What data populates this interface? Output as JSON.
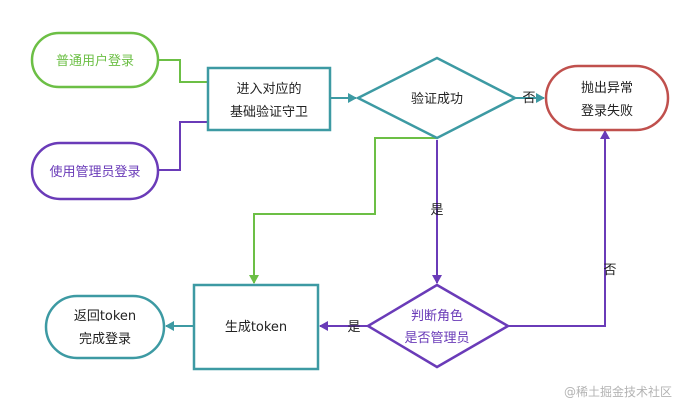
{
  "nodes": {
    "normal_login": "普通用户登录",
    "admin_login": "使用管理员登录",
    "guard_line1": "进入对应的",
    "guard_line2": "基础验证守卫",
    "verify": "验证成功",
    "exception_line1": "抛出异常",
    "exception_line2": "登录失败",
    "generate_token": "生成token",
    "role_line1": "判断角色",
    "role_line2": "是否管理员",
    "return_line1": "返回token",
    "return_line2": "完成登录"
  },
  "edges": {
    "verify_fail": "否",
    "verify_ok": "是",
    "admin_yes": "是",
    "admin_no": "否"
  },
  "watermark": "@稀土掘金技术社区",
  "colors": {
    "green": "#6cbf45",
    "purple": "#6a3bb8",
    "teal": "#3d9aa3",
    "red": "#c0504d",
    "ink": "#222222"
  }
}
